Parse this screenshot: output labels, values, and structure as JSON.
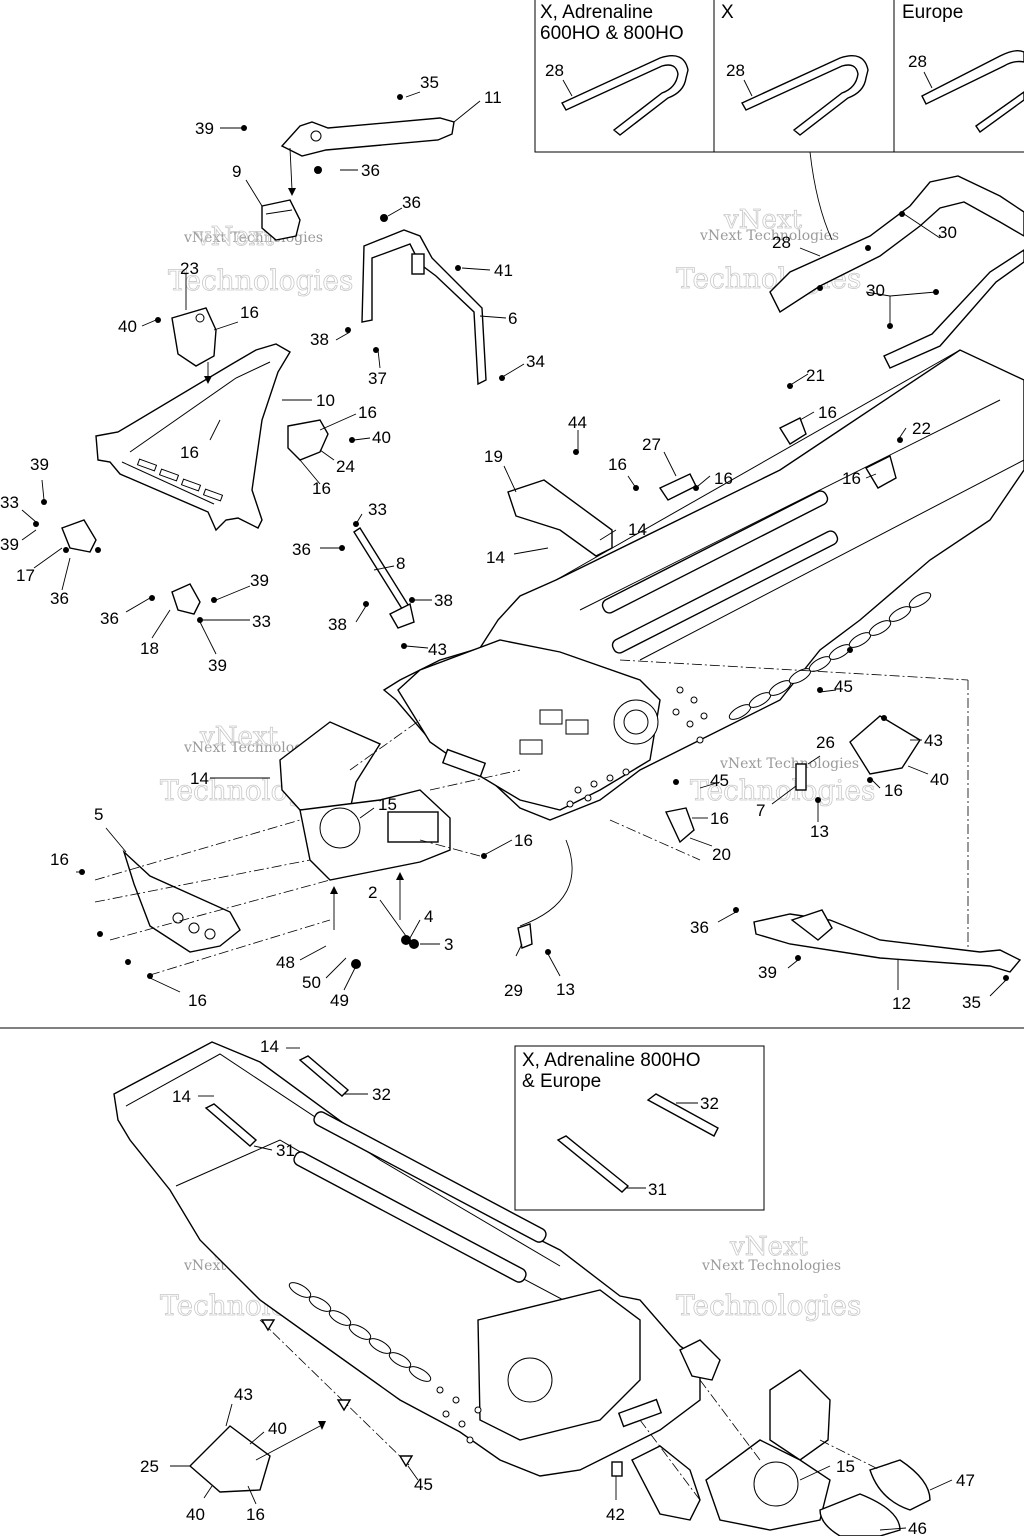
{
  "insets": {
    "top1": {
      "title_line1": "X, Adrenaline",
      "title_line2": "600HO & 800HO",
      "part": "28"
    },
    "top2": {
      "title_line1": "X",
      "part": "28"
    },
    "top3": {
      "title_line1": "Europe",
      "part": "28"
    },
    "bottom": {
      "title_line1": "X, Adrenaline 800HO",
      "title_line2": "& Europe",
      "part_a": "32",
      "part_b": "31"
    }
  },
  "watermark": {
    "line1": "vNext Technologies",
    "line2_a": "vNext",
    "line2_b": "Technologies"
  },
  "callouts_top": [
    "35",
    "11",
    "39",
    "36",
    "9",
    "36",
    "41",
    "23",
    "6",
    "40",
    "16",
    "38",
    "37",
    "34",
    "10",
    "16",
    "40",
    "16",
    "24",
    "16",
    "44",
    "27",
    "16",
    "21",
    "16",
    "16",
    "22",
    "16",
    "19",
    "39",
    "33",
    "33",
    "39",
    "17",
    "36",
    "36",
    "8",
    "14",
    "14",
    "39",
    "36",
    "33",
    "18",
    "39",
    "38",
    "38",
    "43",
    "45",
    "5",
    "15",
    "14",
    "26",
    "43",
    "40",
    "16",
    "45",
    "16",
    "7",
    "13",
    "16",
    "20",
    "16",
    "2",
    "4",
    "3",
    "48",
    "50",
    "49",
    "29",
    "13",
    "36",
    "39",
    "12",
    "35",
    "16",
    "30",
    "30",
    "28"
  ],
  "callouts_bottom": [
    "14",
    "32",
    "14",
    "31",
    "43",
    "40",
    "25",
    "40",
    "16",
    "45",
    "42",
    "15",
    "47",
    "46"
  ]
}
